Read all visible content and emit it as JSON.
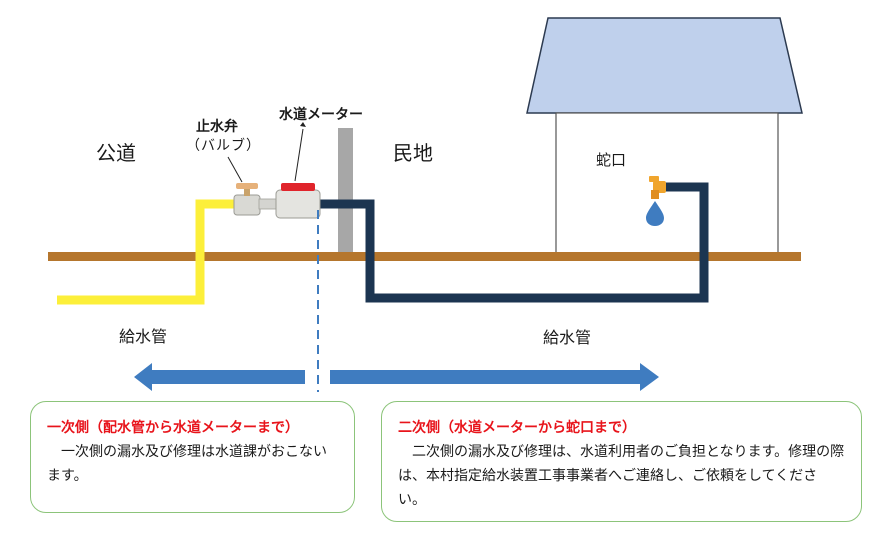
{
  "labels": {
    "public_road": "公道",
    "private_land": "民地",
    "stop_valve": "止水弁",
    "valve_paren": "（バルブ）",
    "water_meter": "水道メーター",
    "faucet": "蛇口",
    "supply_pipe_left": "給水管",
    "supply_pipe_right": "給水管"
  },
  "primary_box": {
    "title": "一次側（配水管から水道メーターまで）",
    "body": "一次側の漏水及び修理は水道課がおこないます。"
  },
  "secondary_box": {
    "title": "二次側（水道メーターから蛇口まで）",
    "body": "二次側の漏水及び修理は、水道利用者のご負担となります。修理の際は、本村指定給水装置工事事業者へご連絡し、ご依頼をしてください。"
  },
  "colors": {
    "ground": "#b5762d",
    "yellow_pipe": "#fcef3a",
    "navy_pipe": "#1c3551",
    "arrow": "#3f7cc0",
    "house_roof": "#bfd0ec",
    "box_border": "#8cc47a",
    "title_red": "#e8141b"
  }
}
